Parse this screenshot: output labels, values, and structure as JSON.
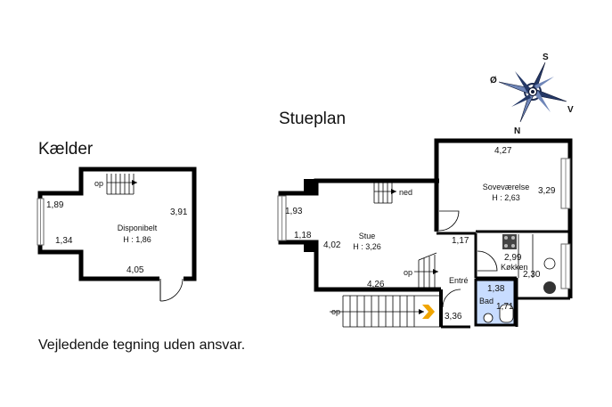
{
  "headings": {
    "basement": "Kælder",
    "ground_floor": "Stueplan",
    "disclaimer": "Vejledende tegning uden ansvar."
  },
  "compass": {
    "north": "N",
    "south": "S",
    "east": "Ø",
    "west": "V"
  },
  "basement": {
    "room_name": "Disponibelt",
    "room_height": "H : 1,86",
    "stairs_label": "op",
    "dims": {
      "left": "1,89",
      "lower_left": "1,34",
      "right": "3,91",
      "bottom": "4,05"
    }
  },
  "ground": {
    "living": {
      "name": "Stue",
      "height": "H : 3,26"
    },
    "bedroom": {
      "name": "Soveværelse",
      "height": "H : 2,63"
    },
    "kitchen": {
      "name": "Køkken"
    },
    "entry": {
      "name": "Entré"
    },
    "bath": {
      "name": "Bad"
    },
    "stairs": {
      "down": "ned",
      "up_inner": "op",
      "up_outer": "op"
    },
    "dims": {
      "living_left": "1,93",
      "living_lower_left": "1,18",
      "living_depth": "4,02",
      "living_bottom": "4,26",
      "bedroom_top": "4,27",
      "bedroom_right": "3,29",
      "entry_width": "1,17",
      "kitchen_width": "2,99",
      "kitchen_depth": "2,30",
      "bath_width": "1,38",
      "bath_depth": "1,71",
      "stair_width": "3,36"
    }
  }
}
